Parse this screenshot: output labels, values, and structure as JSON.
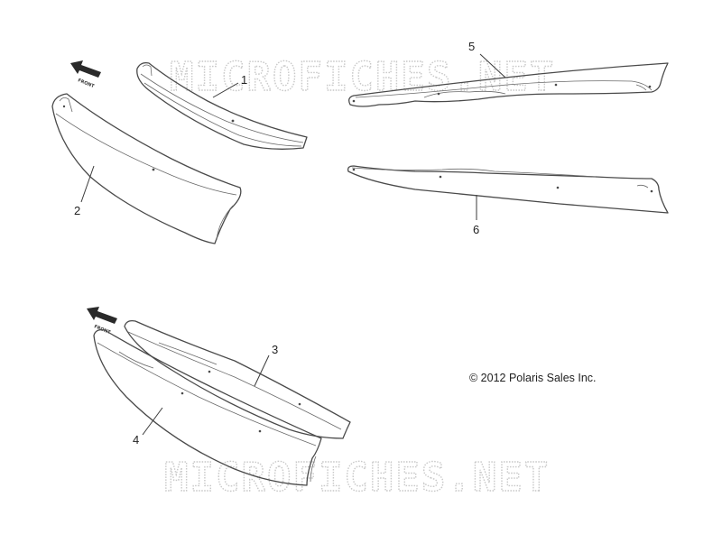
{
  "watermark": {
    "text": "MICROFICHES.NET"
  },
  "copyright": "© 2012 Polaris Sales Inc.",
  "front_label": "FRONT",
  "callouts": [
    {
      "id": "1",
      "label": "1"
    },
    {
      "id": "2",
      "label": "2"
    },
    {
      "id": "3",
      "label": "3"
    },
    {
      "id": "4",
      "label": "4"
    },
    {
      "id": "5",
      "label": "5"
    },
    {
      "id": "6",
      "label": "6"
    }
  ],
  "colors": {
    "line": "#4a4a4a",
    "watermark": "#c8c8c8",
    "text": "#222222"
  }
}
